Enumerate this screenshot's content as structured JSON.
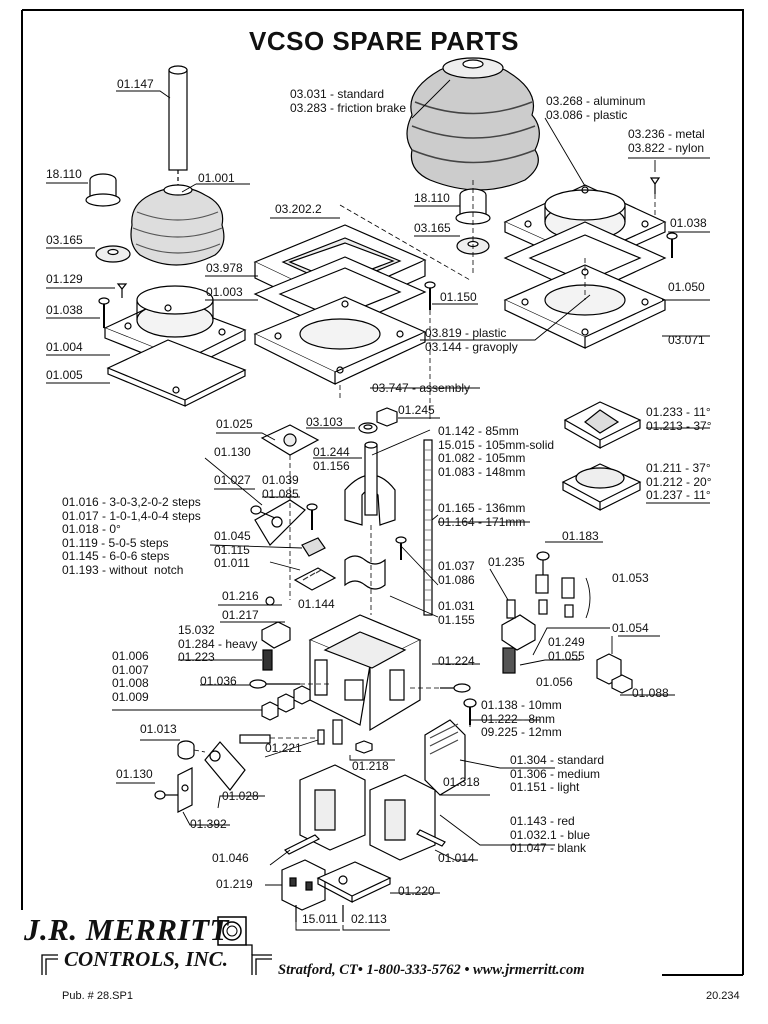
{
  "title": "VCSO SPARE PARTS",
  "labels": {
    "l01147": "01.147",
    "l18110a": "18.110",
    "l01001": "01.001",
    "l03165a": "03.165",
    "l01129": "01.129",
    "l01038a": "01.038",
    "l01004": "01.004",
    "l01005": "01.005",
    "l03031": "03.031 - standard\n03.283 - friction brake",
    "l03202": "03.202.2",
    "l03978": "03.978",
    "l01003": "01.003",
    "l01150": "01.150",
    "l03819": "03.819 - plastic\n03.144 - gravoply",
    "l03747": "03.747 - assembly",
    "l18110b": "18.110",
    "l03165b": "03.165",
    "l03268": "03.268 - aluminum\n03.086 - plastic",
    "l03236": "03.236 - metal\n03.822 - nylon",
    "l01038b": "01.038",
    "l01050": "01.050",
    "l03071": "03.071",
    "l03103": "03.103",
    "l01245": "01.245",
    "l01025": "01.025",
    "l01142": "01.142 - 85mm\n15.015 - 105mm-solid\n01.082 - 105mm\n01.083 - 148mm",
    "l01244": "01.244\n01.156",
    "l01130a": "01.130",
    "l01039": "01.039\n01.085",
    "l01027": "01.027",
    "l01016": "01.016 - 3-0-3,2-0-2 steps\n01.017 - 1-0-1,4-0-4 steps\n01.018 - 0°\n01.119 - 5-0-5 steps\n01.145 - 6-0-6 steps\n01.193 - without  notch",
    "l01045": "01.045\n01.115\n01.011",
    "l01165": "01.165 - 136mm\n01.164 - 171mm",
    "l01233": "01.233 - 11°\n01.213 - 37°",
    "l01211": "01.211 - 37°\n01.212 - 20°\n01.237 - 11°",
    "l01183": "01.183",
    "l01235": "01.235",
    "l01053": "01.053",
    "l01037": "01.037\n01.086",
    "l01031": "01.031\n01.155",
    "l01144": "01.144",
    "l01216": "01.216",
    "l01217": "01.217",
    "l15032": "15.032\n01.284 - heavy\n01.223",
    "l01249": "01.249\n01.055",
    "l01054": "01.054",
    "l01006": "01.006\n01.007\n01.008\n01.009",
    "l01036": "01.036",
    "l01224": "01.224",
    "l01056": "01.056",
    "l01088": "01.088",
    "l01138": "01.138 - 10mm\n01.222 - 8mm\n09.225 - 12mm",
    "l01013": "01.013",
    "l01221": "01.221",
    "l01218": "01.218",
    "l01304": "01.304 - standard\n01.306 - medium\n01.151 - light",
    "l01130b": "01.130",
    "l01028": "01.028",
    "l01318": "01.318",
    "l01392": "01.392",
    "l01143": "01.143 - red\n01.032.1 - blue\n01.047 - blank",
    "l01046": "01.046",
    "l01014": "01.014",
    "l01219": "01.219",
    "l01220": "01.220",
    "l15011": "15.011",
    "l02113": "02.113"
  },
  "brand": {
    "name": "J.R. MERRITT",
    "sub": "CONTROLS, INC.",
    "contact": "Stratford, CT• 1-800-333-5762 • www.jrmerritt.com"
  },
  "footer": {
    "pub": "Pub. # 28.SP1",
    "code": "20.234"
  }
}
